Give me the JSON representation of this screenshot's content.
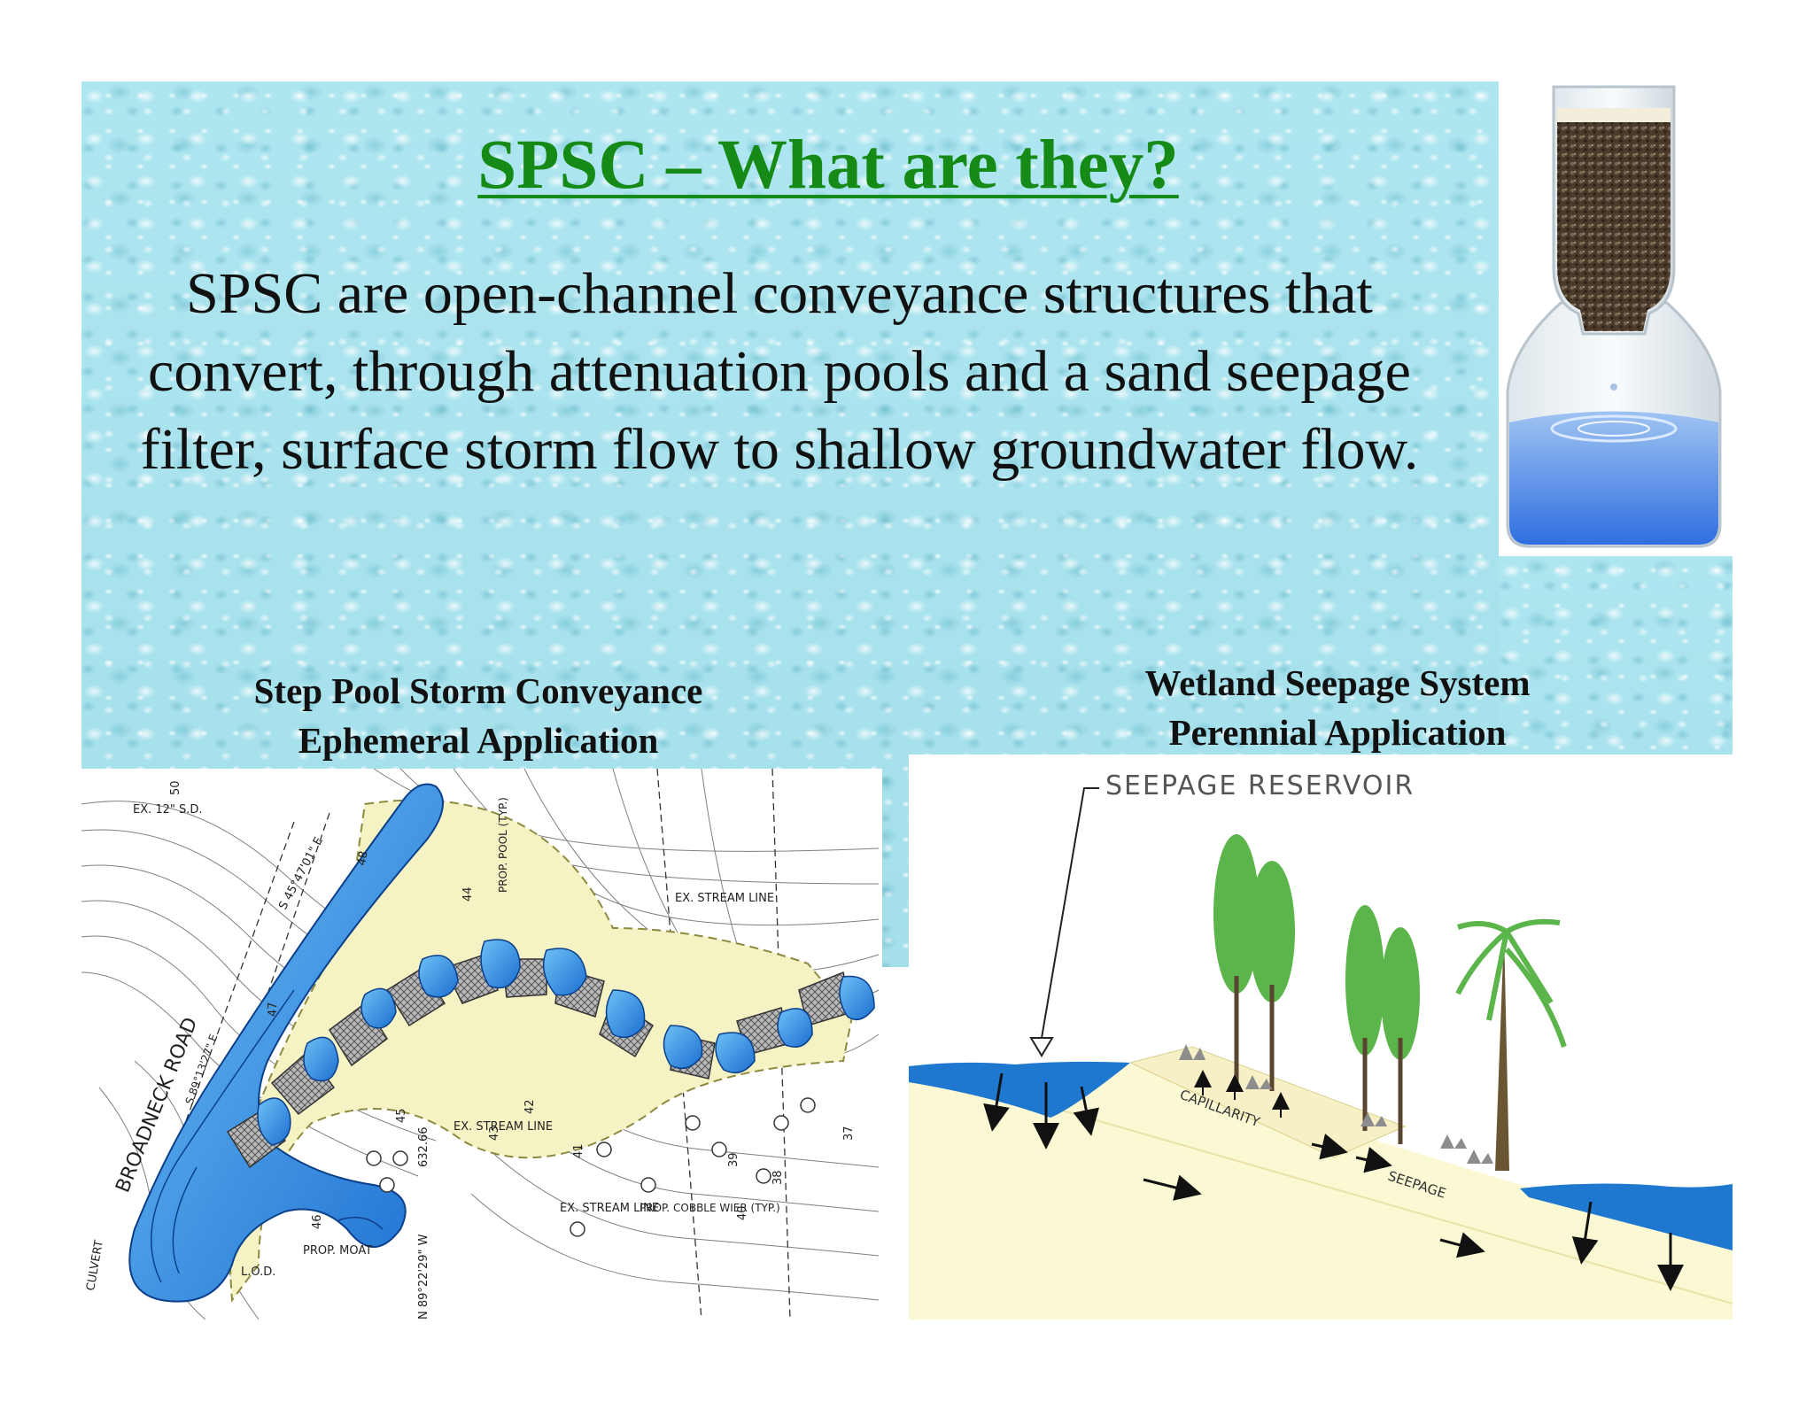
{
  "slide": {
    "title": "SPSC – What are they?",
    "description": "SPSC are open-channel conveyance structures that convert, through attenuation pools and a sand seepage filter, surface storm flow to shallow groundwater flow.",
    "colors": {
      "title": "#168a16",
      "water_bg": "#a9e3ee",
      "water_blue": "#1f78d0",
      "sand": "#fbf8d4",
      "tree_green": "#5cb54a"
    }
  },
  "left_figure": {
    "caption_line1": "Step Pool Storm Conveyance",
    "caption_line2": "Ephemeral Application",
    "labels": {
      "road": "BROADNECK ROAD",
      "culvert": "CULVERT",
      "prop_moat": "PROP. MOAT",
      "lod": "L.O.D.",
      "ex_stream_line": "EX. STREAM LINE",
      "prop_cobble_weir": "PROP. COBBLE WIER (TYP.)",
      "prop_pool": "PROP. POOL (TYP.)",
      "ex_sd": "EX. 12\" S.D.",
      "bearing_1": "S 45°47'01\" E",
      "bearing_2": "N 89°22'29\" W",
      "distance_1": "632.66",
      "bearing_3": "S 89°13'27\" E",
      "contour_labels": [
        "50",
        "48",
        "47",
        "46",
        "45",
        "44",
        "43",
        "42",
        "41",
        "40",
        "39",
        "38",
        "37"
      ]
    }
  },
  "right_figure": {
    "caption_line1": "Wetland Seepage System",
    "caption_line2": "Perennial Application",
    "labels": {
      "seepage_reservoir": "SEEPAGE RESERVOIR",
      "capillarity": "CAPILLARITY",
      "seepage": "SEEPAGE"
    }
  },
  "icons": {
    "filter_bottle": "sand-filter-bottle-icon"
  }
}
